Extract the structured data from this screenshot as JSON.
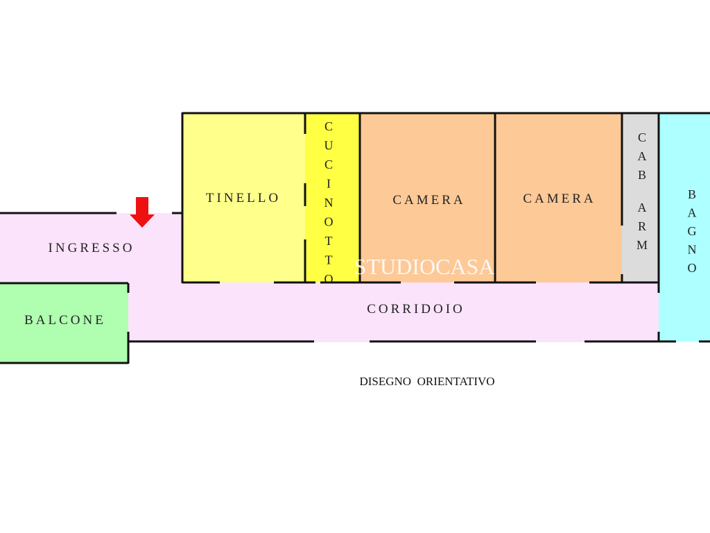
{
  "rooms": {
    "ingresso": {
      "label": "INGRESSO",
      "color": "#fbe3fb"
    },
    "corridoio": {
      "label": "CORRIDOIO",
      "color": "#fbe3fb"
    },
    "balcone": {
      "label": "BALCONE",
      "color": "#b0ffb0"
    },
    "tinello": {
      "label": "TINELLO",
      "color": "#ffff8c"
    },
    "cucinotto": {
      "label": "CUCINOTTO",
      "color": "#ffff44"
    },
    "camera1": {
      "label": "CAMERA",
      "color": "#fdc997"
    },
    "camera2": {
      "label": "CAMERA",
      "color": "#fdc997"
    },
    "cab_arm": {
      "label_line1": "CAB",
      "label_line2": "ARM",
      "color": "#dcdcdc"
    },
    "bagno": {
      "label": "BAGNO",
      "color": "#aeffff"
    }
  },
  "entrance_arrow": {
    "icon": "arrow-down-icon",
    "color": "#ee1111"
  },
  "watermark": "STUDIOCASA",
  "caption": "DISEGNO  ORIENTATIVO"
}
